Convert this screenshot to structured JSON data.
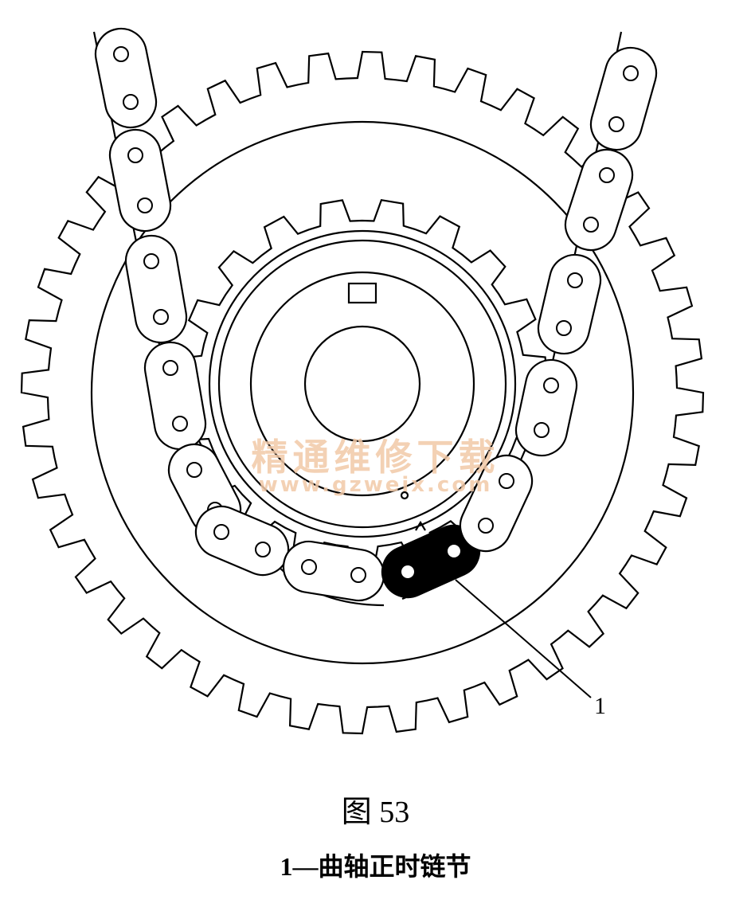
{
  "diagram": {
    "callout_number": "1",
    "highlighted_part": "crankshaft-timing-link"
  },
  "watermark": {
    "text_cn": "精通维修下载",
    "text_url": "www.gzweix.com"
  },
  "figure": {
    "number_label": "图 53",
    "caption": "1—曲轴正时链节"
  }
}
